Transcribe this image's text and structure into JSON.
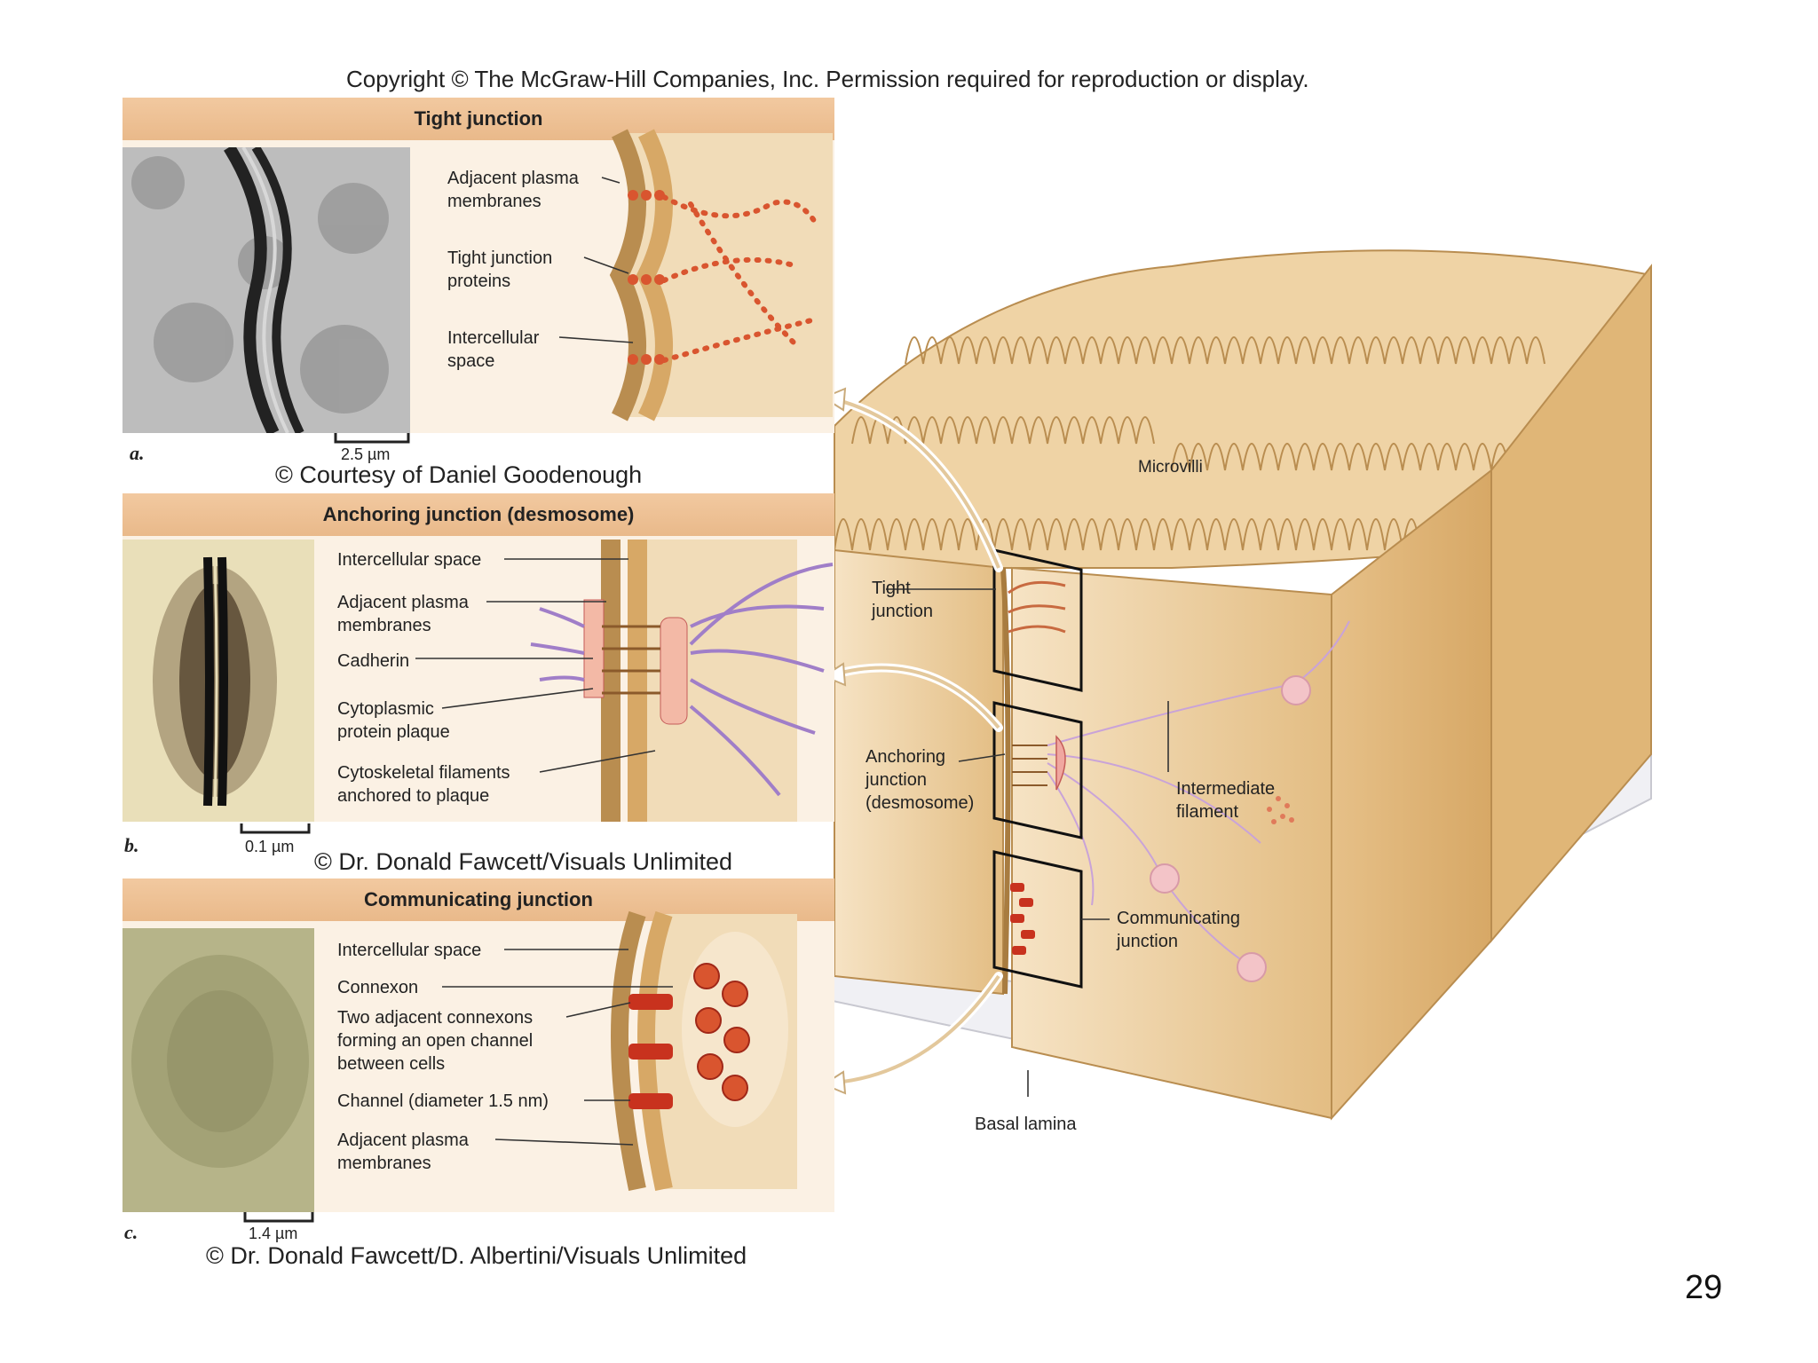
{
  "copyright": "Copyright © The McGraw-Hill Companies, Inc. Permission required for reproduction or display.",
  "page_number": "29",
  "panels": {
    "tight": {
      "title": "Tight junction",
      "letter": "a.",
      "scale": "2.5 µm",
      "credit": "© Courtesy of Daniel Goodenough",
      "labels": [
        "Adjacent plasma\nmembranes",
        "Tight junction\nproteins",
        "Intercellular\nspace"
      ]
    },
    "anchoring": {
      "title": "Anchoring junction (desmosome)",
      "letter": "b.",
      "scale": "0.1 µm",
      "credit": "© Dr. Donald Fawcett/Visuals Unlimited",
      "labels": [
        "Intercellular space",
        "Adjacent plasma\nmembranes",
        "Cadherin",
        "Cytoplasmic\nprotein plaque",
        "Cytoskeletal filaments\nanchored to plaque"
      ]
    },
    "communicating": {
      "title": "Communicating junction",
      "letter": "c.",
      "scale": "1.4 µm",
      "credit": "© Dr. Donald Fawcett/D. Albertini/Visuals Unlimited",
      "labels": [
        "Intercellular space",
        "Connexon",
        "Two adjacent connexons\nforming an open channel\nbetween cells",
        "Channel (diameter 1.5 nm)",
        "Adjacent plasma\nmembranes"
      ]
    }
  },
  "cell_diagram": {
    "microvilli": "Microvilli",
    "tight_junction": "Tight\njunction",
    "anchoring_junction": "Anchoring\njunction\n(desmosome)",
    "intermediate_filament": "Intermediate\nfilament",
    "communicating_junction": "Communicating\njunction",
    "basal_lamina": "Basal lamina"
  },
  "colors": {
    "panel_header": "#eebf92",
    "panel_bg": "#fbf1e4",
    "cell_tan": "#e9c68e",
    "protein_red": "#c8321e",
    "filament_purple": "#a07ec8"
  }
}
